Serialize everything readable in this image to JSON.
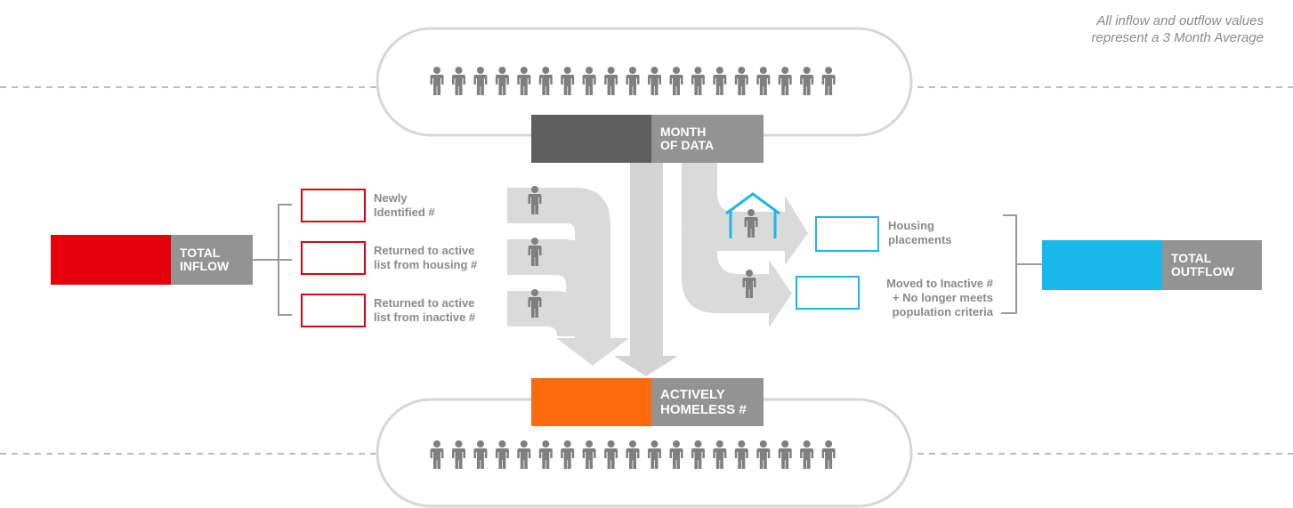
{
  "note": {
    "line1": "All inflow and outflow values",
    "line2": "represent a 3 Month Average"
  },
  "month_of_data": {
    "line1": "MONTH",
    "line2": "OF DATA"
  },
  "actively_homeless": {
    "line1": "ACTIVELY",
    "line2": "HOMELESS #"
  },
  "total_inflow": {
    "line1": "TOTAL",
    "line2": "INFLOW"
  },
  "total_outflow": {
    "line1": "TOTAL",
    "line2": "OUTFLOW"
  },
  "inflows": [
    {
      "line1": "Newly",
      "line2": "Identified #"
    },
    {
      "line1": "Returned to active",
      "line2": "list from housing #"
    },
    {
      "line1": "Returned to active",
      "line2": "list from inactive #"
    }
  ],
  "outflows": [
    {
      "line1": "Housing",
      "line2": "placements"
    },
    {
      "line1": "Moved to Inactive #",
      "line2": "+ No longer meets",
      "line3": "population criteria"
    }
  ],
  "icons": {
    "person": "person-icon",
    "house": "house-icon"
  },
  "colors": {
    "inflow_red": "#e5000c",
    "outflow_blue": "#1ab7ea",
    "active_orange": "#ff6a0d",
    "dark_gray": "#5f5f5f",
    "label_gray": "#939393",
    "arrow_gray": "#dadada",
    "person_gray": "#7f7f7f"
  },
  "crowd_size": 19
}
